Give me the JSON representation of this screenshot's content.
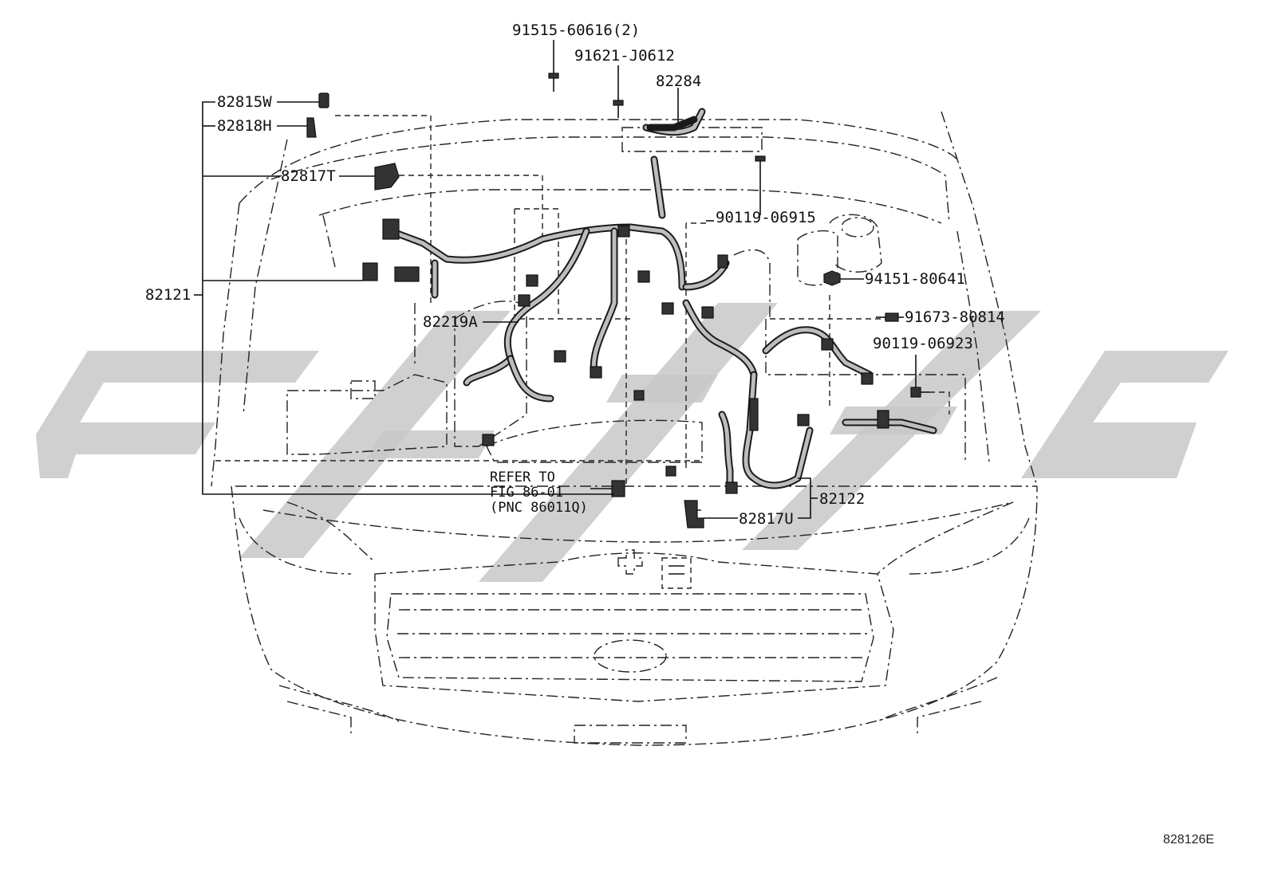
{
  "diagram": {
    "labels": {
      "p91515": "91515-60616(2)",
      "p91621": "91621-J0612",
      "p82284": "82284",
      "p82815W": "82815W",
      "p82818H": "82818H",
      "p82817T": "82817T",
      "p90119_06915": "90119-06915",
      "p94151": "94151-80641",
      "p91673": "91673-80814",
      "p90119_06923": "90119-06923",
      "p82121": "82121",
      "p82219A": "82219A",
      "p82122": "82122",
      "p82817U": "82817U"
    },
    "refer": {
      "line1": "REFER TO",
      "line2": "FIG 86-01",
      "line3": "(PNC 86011Q)"
    },
    "figure_code": "828126E"
  }
}
